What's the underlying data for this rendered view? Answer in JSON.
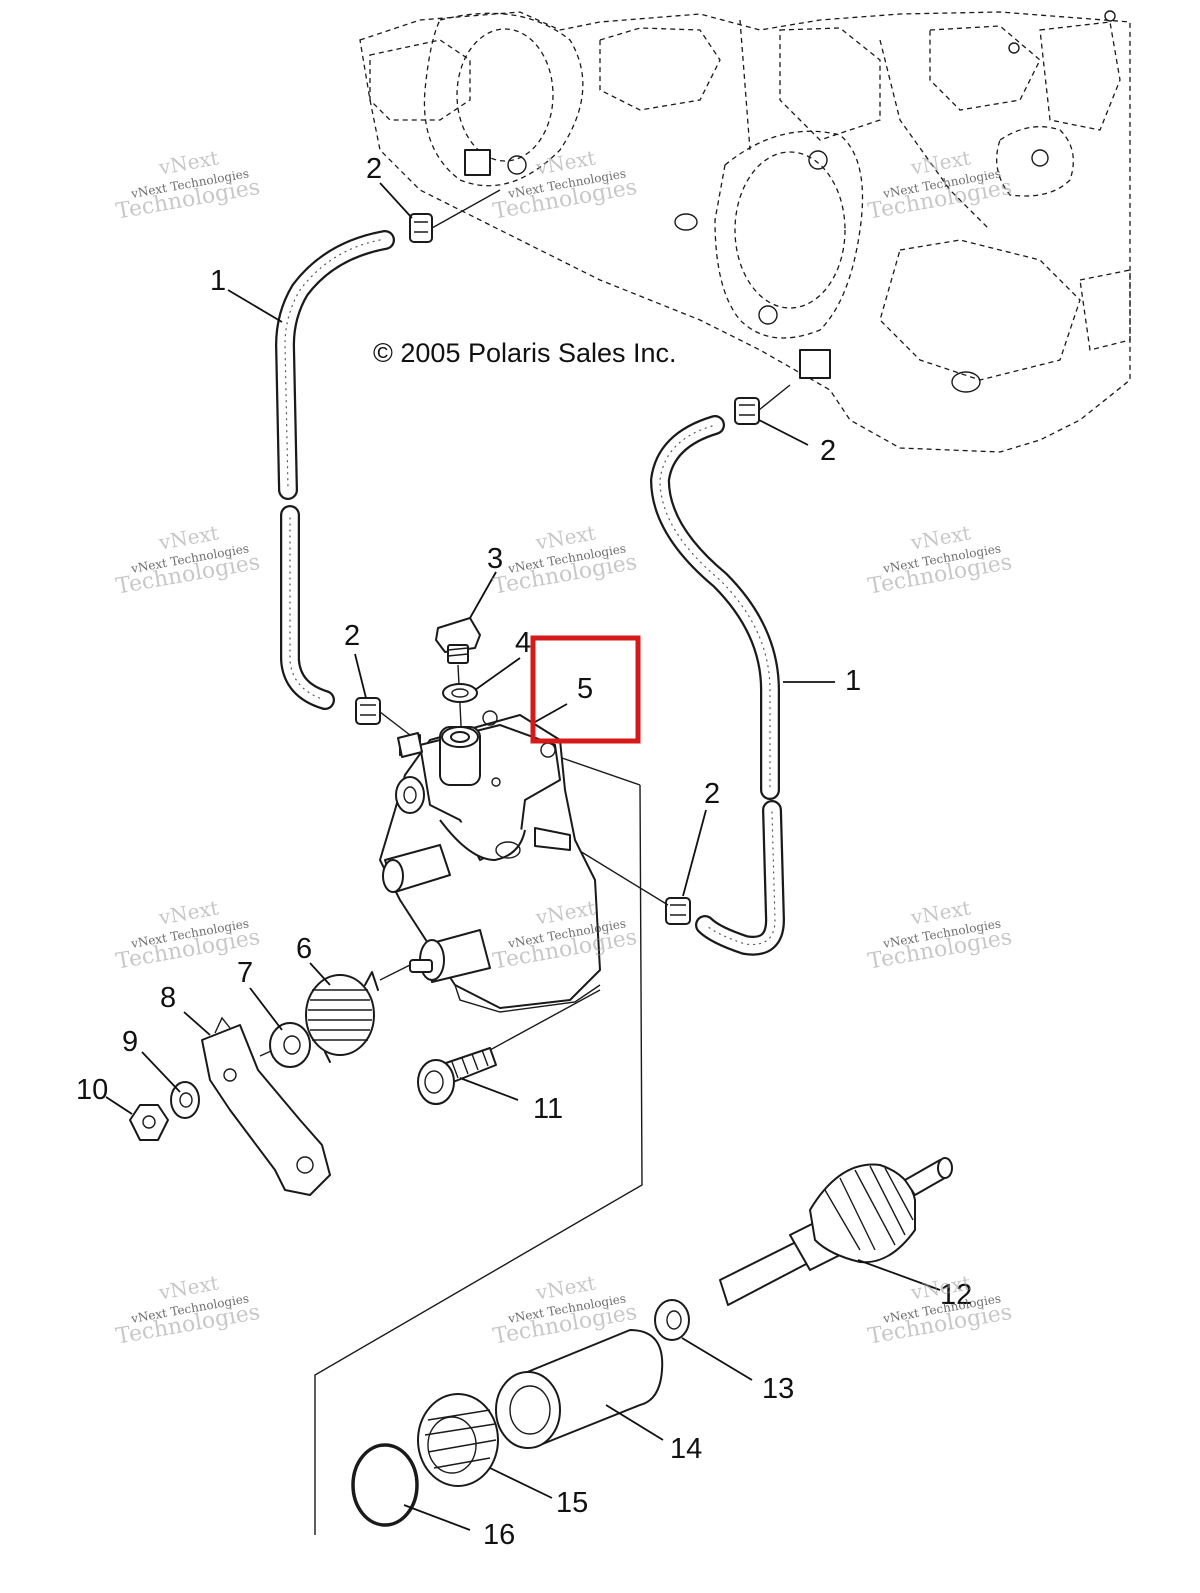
{
  "copyright": "© 2005 Polaris Sales Inc.",
  "watermark": {
    "line1": "vNext",
    "line2": "vNext Technologies",
    "line3": "Technologies"
  },
  "callouts": {
    "c1a": "1",
    "c1b": "1",
    "c2a": "2",
    "c2b": "2",
    "c2c": "2",
    "c2d": "2",
    "c3": "3",
    "c4": "4",
    "c5": "5",
    "c6": "6",
    "c7": "7",
    "c8": "8",
    "c9": "9",
    "c10": "10",
    "c11": "11",
    "c12": "12",
    "c13": "13",
    "c14": "14",
    "c15": "15",
    "c16": "16"
  },
  "highlight": {
    "color": "#d61a1a",
    "target_callout": "5"
  },
  "colors": {
    "ink": "#1a1a1a",
    "watermark": "#9a9a9a",
    "background": "#ffffff"
  }
}
